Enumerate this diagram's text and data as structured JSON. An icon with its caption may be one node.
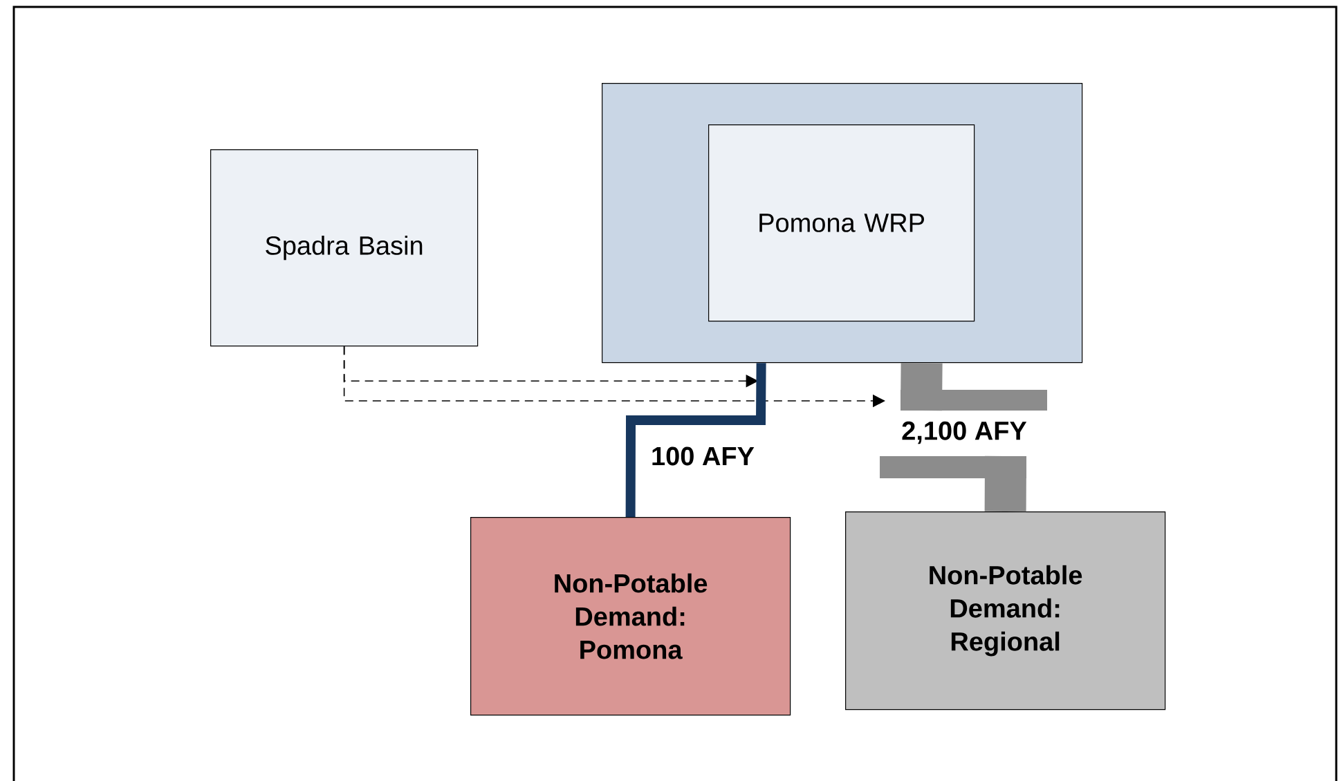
{
  "diagram": {
    "nodes": [
      {
        "text": [],
        "shape": "box"
      },
      {
        "text": [
          "Pomona WRP"
        ],
        "in": 0
      },
      {
        "text": [
          "Spadra Basin"
        ]
      },
      {
        "text": [
          "Non-Potable Demand: Pomona"
        ]
      },
      {
        "text": [
          "Non-Potable Demand: Regional"
        ]
      }
    ],
    "edges": [
      {
        "from": 2,
        "to": 0,
        "arrow": "to",
        "style": "dashed"
      },
      {
        "from": 2,
        "to": null,
        "arrow": "to",
        "style": "dashed"
      },
      {
        "from": 0,
        "to": 3,
        "arrow": "none",
        "style": "thick",
        "color": "#17375e",
        "label": "100 AFY"
      },
      {
        "from": 0,
        "to": 4,
        "arrow": "none",
        "style": "thick",
        "color": "#8c8c8c",
        "label": "2,100 AFY"
      }
    ]
  }
}
